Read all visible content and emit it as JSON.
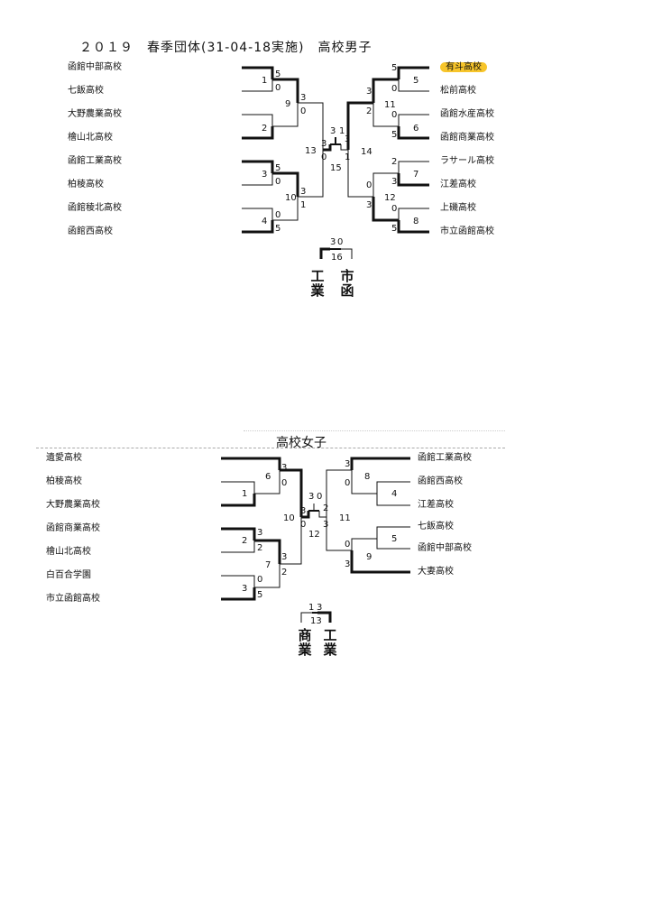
{
  "header": {
    "title": "２０１９　春季団体(31-04-18実施)　高校男子"
  },
  "boys": {
    "left_teams": [
      "函館中部高校",
      "七飯高校",
      "大野農業高校",
      "檜山北高校",
      "函館工業高校",
      "柏稜高校",
      "函館稜北高校",
      "函館西高校"
    ],
    "right_teams": [
      "有斗高校",
      "松前高校",
      "函館水産高校",
      "函館商業高校",
      "ラサール高校",
      "江差高校",
      "上磯高校",
      "市立函館高校"
    ],
    "highlighted_team": "有斗高校",
    "match_numbers": [
      "1",
      "2",
      "3",
      "4",
      "5",
      "6",
      "7",
      "8",
      "9",
      "10",
      "11",
      "12",
      "13",
      "14",
      "15",
      "16"
    ],
    "scores": {
      "m1": [
        "5",
        "0"
      ],
      "m3": [
        "5",
        "0"
      ],
      "m4": [
        "0",
        "5"
      ],
      "m9": [
        "3",
        "0"
      ],
      "m10": [
        "3",
        "1"
      ],
      "m5": [
        "5",
        "0"
      ],
      "m6": [
        "0",
        "5"
      ],
      "m7": [
        "2",
        "3"
      ],
      "m8": [
        "0",
        "5"
      ],
      "m11": [
        "3",
        "2"
      ],
      "m12": [
        "0",
        "3"
      ],
      "m13": [
        "3",
        "0"
      ],
      "m14": [
        "3",
        "1"
      ],
      "m15": [
        "3",
        "1"
      ],
      "m16": [
        "3",
        "0"
      ]
    },
    "champion_left": "工業",
    "champion_right": "市函"
  },
  "girls": {
    "title": "高校女子",
    "left_teams": [
      "遺愛高校",
      "柏稜高校",
      "大野農業高校",
      "函館商業高校",
      "檜山北高校",
      "白百合学園",
      "市立函館高校"
    ],
    "right_teams": [
      "函館工業高校",
      "函館西高校",
      "江差高校",
      "七飯高校",
      "函館中部高校",
      "大妻高校"
    ],
    "match_numbers": [
      "2",
      "3",
      "4",
      "5",
      "6",
      "7",
      "8",
      "9",
      "10",
      "11",
      "12",
      "13"
    ],
    "scores": {
      "m6": [
        "3",
        "0"
      ],
      "m2": [
        "3",
        "2"
      ],
      "m3": [
        "0",
        "5"
      ],
      "m7": [
        "3",
        "2"
      ],
      "m8": [
        "3",
        "0"
      ],
      "m9": [
        "0",
        "3"
      ],
      "m10": [
        "3",
        "0"
      ],
      "m11": [
        "2",
        "3"
      ],
      "m12": [
        "3",
        "0"
      ],
      "m13": [
        "1",
        "3"
      ]
    },
    "champion_left": "商業",
    "champion_right": "工業"
  }
}
